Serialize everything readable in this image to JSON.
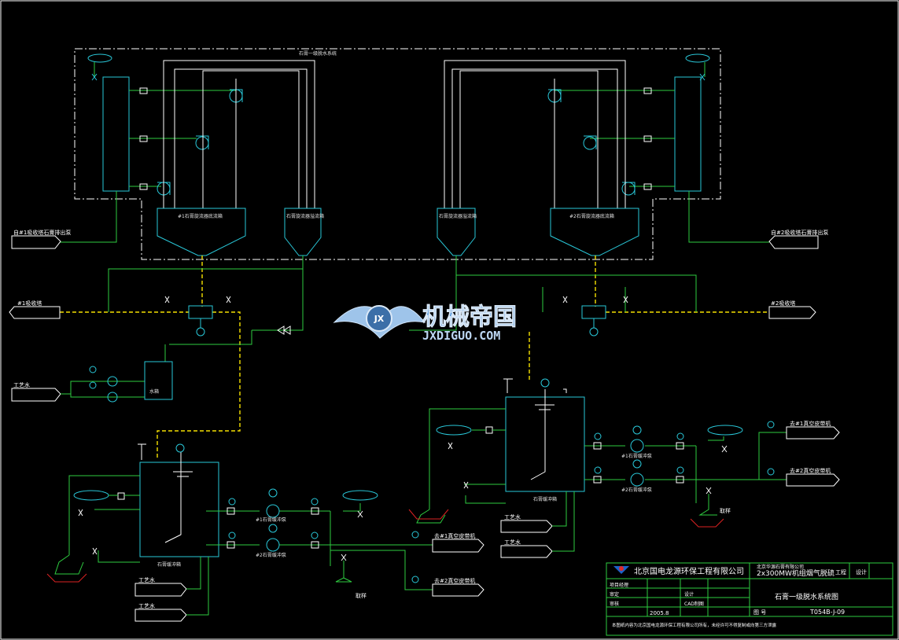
{
  "colors": {
    "background": "#000000",
    "pipe_green": "#2ecc40",
    "equipment_cyan": "#29c7d8",
    "slurry_yellow": "#f5e000",
    "white": "#ffffff",
    "watermark_blue": "#4a8fd6"
  },
  "watermark": {
    "title": "机械帝国",
    "url": "JXDIGUO.COM"
  },
  "boundary_label": "石膏一级脱水系统",
  "labels": {
    "left_inlet": "自#1吸收塔石膏排出泵",
    "right_inlet": "自#2吸收塔石膏排出泵",
    "left_return": "#1吸收塔",
    "right_return": "#2吸收塔",
    "filtrate_water": "工艺水",
    "process_water_1": "工艺水",
    "process_water_2": "工艺水",
    "process_water_3": "工艺水",
    "process_water_4": "工艺水",
    "sampling_1": "取样",
    "sampling_2": "取样",
    "left_tank": "石膏缓冲箱",
    "right_tank": "石膏缓冲箱",
    "left_pump_1": "#1石膏缓冲泵",
    "left_pump_2": "#2石膏缓冲泵",
    "right_pump_1": "#1石膏缓冲泵",
    "right_pump_2": "#2石膏缓冲泵",
    "out_left_1": "去#1真空皮带机",
    "out_left_2": "去#2真空皮带机",
    "out_right_1": "去#1真空皮带机",
    "out_right_2": "去#2真空皮带机",
    "small_tank": "水箱"
  },
  "title_block": {
    "company": "北京国电龙源环保工程有限公司",
    "project_line1": "北京华源石膏有限公司",
    "project_line2": "2x300MW机组烟气脱硫",
    "stage": "工程",
    "discipline": "设计",
    "drawing_title": "石膏一级脱水系统图",
    "drawing_no_label": "图 号",
    "drawing_no": "T054B-J-09",
    "date": "2005.8",
    "row1": "项目经理",
    "row2": "审定",
    "row3": "审核",
    "row4": "设计",
    "row5": "CAD制图",
    "footer": "本图纸内容为北京国电龙源环保工程有限公司所有，未经许可不得复制或向第三方泄露"
  }
}
